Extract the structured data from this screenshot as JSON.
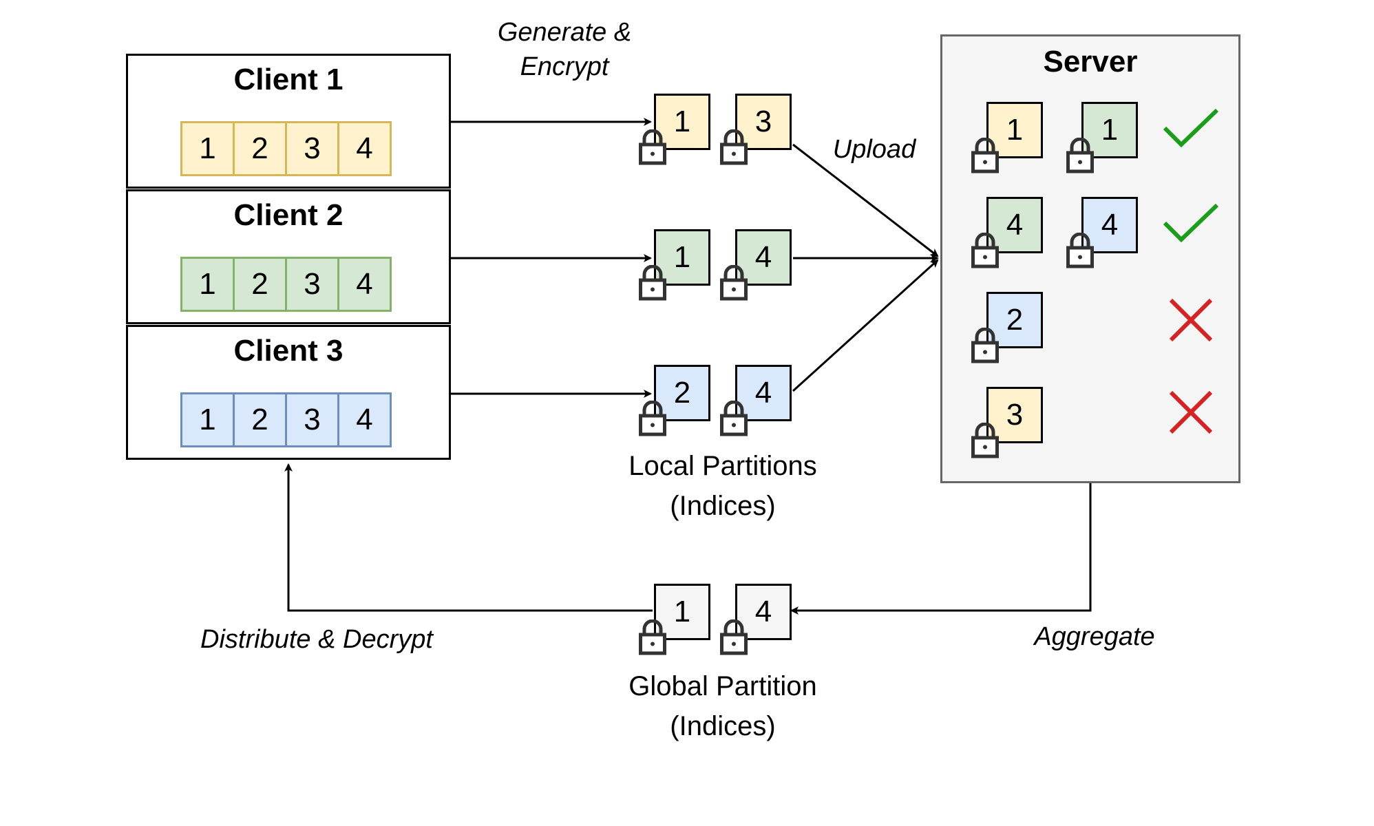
{
  "clients": [
    {
      "title": "Client 1",
      "cells": [
        "1",
        "2",
        "3",
        "4"
      ],
      "color": "#fff2cc"
    },
    {
      "title": "Client 2",
      "cells": [
        "1",
        "2",
        "3",
        "4"
      ],
      "color": "#d5e8d4"
    },
    {
      "title": "Client 3",
      "cells": [
        "1",
        "2",
        "3",
        "4"
      ],
      "color": "#dae8fc"
    }
  ],
  "local_tokens": {
    "client1": [
      "1",
      "3"
    ],
    "client2": [
      "1",
      "4"
    ],
    "client3": [
      "2",
      "4"
    ]
  },
  "server": {
    "title": "Server",
    "rows": [
      {
        "tokens": [
          "1",
          "1"
        ],
        "status": "check"
      },
      {
        "tokens": [
          "4",
          "4"
        ],
        "status": "check"
      },
      {
        "tokens": [
          "2"
        ],
        "status": "cross"
      },
      {
        "tokens": [
          "3"
        ],
        "status": "cross"
      }
    ]
  },
  "global_tokens": [
    "1",
    "4"
  ],
  "labels": {
    "generate_line1": "Generate &",
    "generate_line2": "Encrypt",
    "upload": "Upload",
    "local_line1": "Local Partitions",
    "local_line2": "(Indices)",
    "global_line1": "Global Partition",
    "global_line2": "(Indices)",
    "distribute": "Distribute & Decrypt",
    "aggregate": "Aggregate"
  },
  "colors": {
    "yellow": "#fff2cc",
    "green": "#d5e8d4",
    "blue": "#dae8fc",
    "gray": "#f5f5f5",
    "check": "#1a9e1a",
    "cross": "#d62222"
  }
}
